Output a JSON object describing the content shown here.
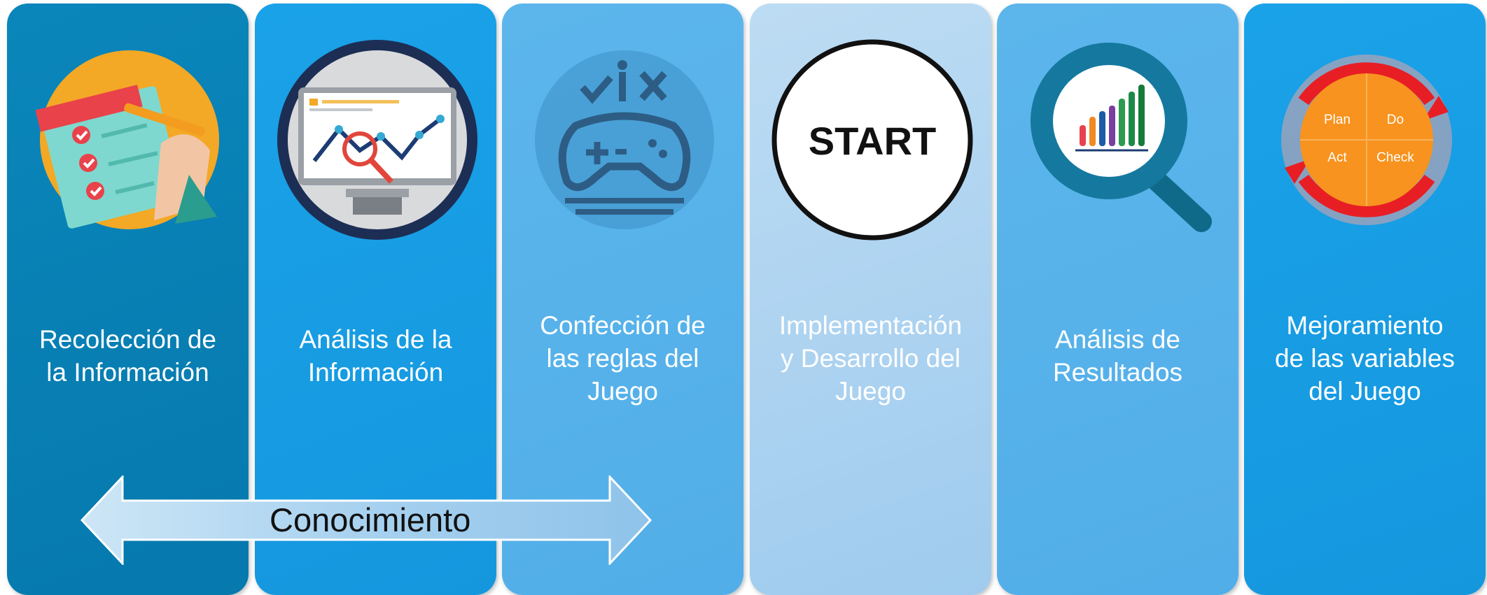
{
  "steps": [
    {
      "label": "Recolección de\nla Información",
      "icon": "checklist-icon"
    },
    {
      "label": "Análisis de la\nInformación",
      "icon": "analytics-monitor-icon"
    },
    {
      "label": "Confección de\nlas reglas del\nJuego",
      "icon": "game-controller-icon"
    },
    {
      "label": "Implementación\ny Desarrollo del\nJuego",
      "icon": "start-icon"
    },
    {
      "label": "Análisis de\nResultados",
      "icon": "magnifier-chart-icon"
    },
    {
      "label": "Mejoramiento\nde las variables\ndel Juego",
      "icon": "pdca-cycle-icon"
    }
  ],
  "start_text": "START",
  "pdca": {
    "plan": "Plan",
    "do": "Do",
    "act": "Act",
    "check": "Check"
  },
  "arrow": {
    "label": "Conocimiento"
  },
  "colors": {
    "panel1": "#0679ad",
    "panel2": "#1597de",
    "panel3": "#52aee8",
    "panel4": "#a9d2f0",
    "panel5": "#52aee8",
    "panel6": "#1597de",
    "pdca_orange": "#f7931e",
    "pdca_red": "#e81e25"
  }
}
